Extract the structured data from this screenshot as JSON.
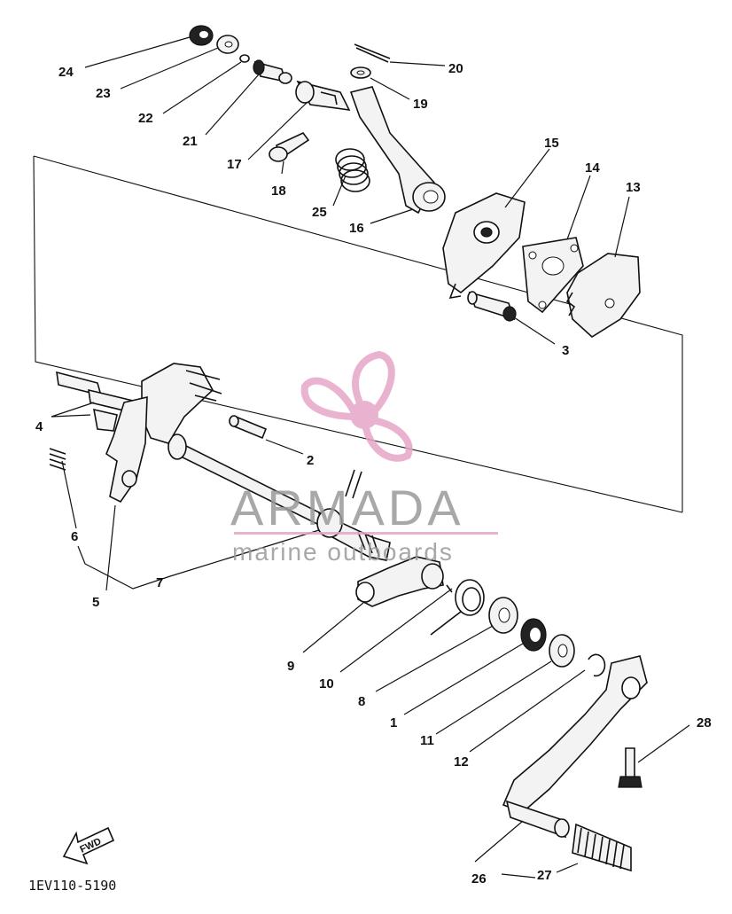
{
  "diagram": {
    "reference_code": "1EV110-5190",
    "direction_label": "FWD",
    "callouts": [
      "24",
      "23",
      "22",
      "21",
      "20",
      "19",
      "17",
      "18",
      "25",
      "16",
      "15",
      "14",
      "13",
      "3",
      "4",
      "2",
      "6",
      "7",
      "5",
      "9",
      "10",
      "8",
      "1",
      "11",
      "12",
      "28",
      "26",
      "27"
    ]
  },
  "watermark": {
    "brand": "ARMADA",
    "tagline": "marine outboards",
    "accent_color": "#e6a6c8"
  }
}
